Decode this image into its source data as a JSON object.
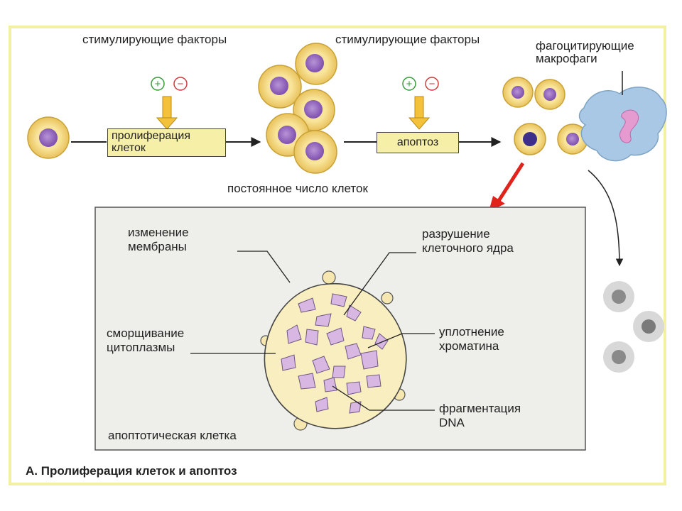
{
  "labels": {
    "stimulating_factors_1": "стимулирующие факторы",
    "stimulating_factors_2": "стимулирующие факторы",
    "phagocytic_macrophages": "фагоцитирующие\nмакрофаги",
    "proliferation_box": "пролиферация\nклеток",
    "apoptosis_box": "апоптоз",
    "constant_cell_number": "постоянное число клеток",
    "membrane_change": "изменение\nмембраны",
    "nucleus_destruction": "разрушение\nклеточного ядра",
    "cytoplasm_shrinkage": "сморщивание\nцитоплазмы",
    "chromatin_condensation": "уплотнение\nхроматина",
    "dna_fragmentation": "фрагментация\nDNA",
    "apoptotic_cell": "апоптотическая клетка",
    "caption": "А. Пролиферация клеток и апоптоз",
    "plus_sign": "+",
    "minus_sign": "−"
  },
  "colors": {
    "frame_border": "#f2f0a2",
    "cell_body": "#f4d77e",
    "cell_outline": "#c9a236",
    "nucleus": "#9b6cc0",
    "box_fill": "#f6efa8",
    "panel_fill": "#eeeeea",
    "macrophage": "#a9c8e6",
    "arrow_red": "#e0231b",
    "plus_green": "#3a9a3a",
    "minus_red": "#d13a3a"
  }
}
